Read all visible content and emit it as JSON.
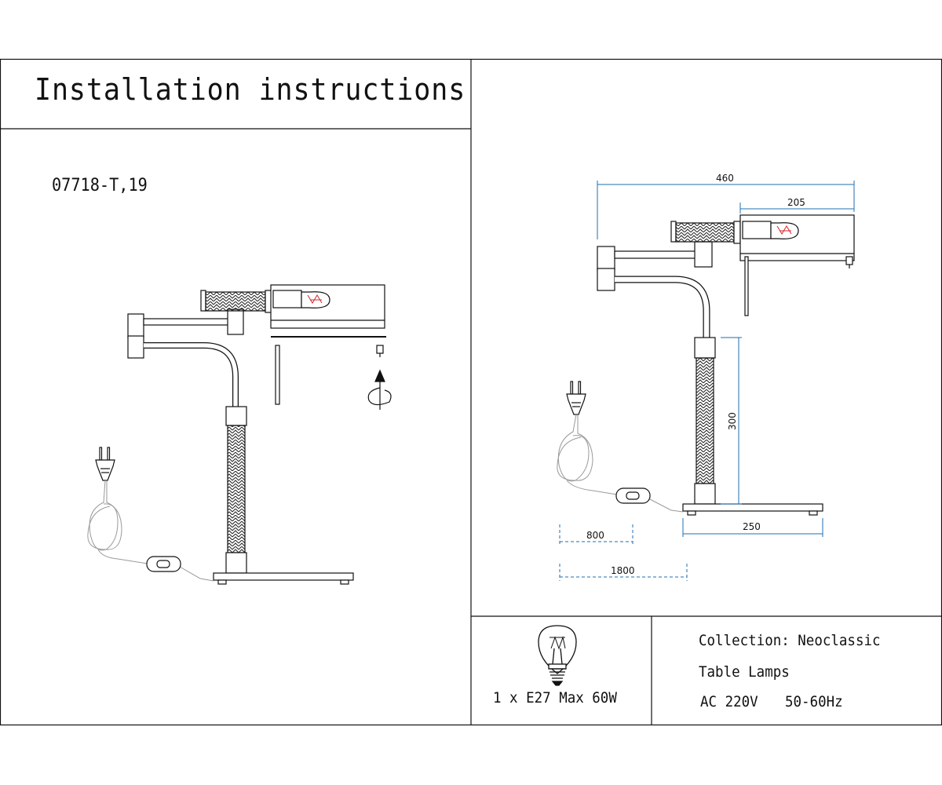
{
  "header": {
    "title": "Installation instructions"
  },
  "product": {
    "code": "07718-T,19"
  },
  "dimensions": {
    "total_width": "460",
    "shade_width": "205",
    "stem_height": "300",
    "base_width": "250",
    "cord_to_switch": "800",
    "cord_length": "1800"
  },
  "bulb": {
    "spec": "1 x E27 Max 60W"
  },
  "info": {
    "collection": "Collection: Neoclassic",
    "category": "Table Lamps",
    "voltage": "AC 220V",
    "frequency": "50-60Hz"
  },
  "colors": {
    "line": "#111111",
    "dimension": "#1f6fb0",
    "filament": "#d9262c",
    "cord": "#9a9a9a"
  }
}
